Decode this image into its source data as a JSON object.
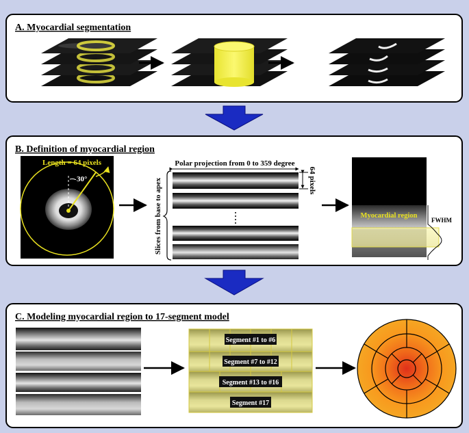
{
  "colors": {
    "background": "#c9d0ea",
    "panel": "#ffffff",
    "flow_arrow": "#1a2bc2",
    "highlight": "#f5f06a",
    "annotation": "#e8e020"
  },
  "panel_a": {
    "title": "A. Myocardial segmentation"
  },
  "panel_b": {
    "title": "B. Definition of myocardial region",
    "length_label": "Length = 64 pixels",
    "angle_label": "30°",
    "polar_label": "Polar projection from 0 to 359 degree",
    "pixels_label": "64 pixels",
    "slices_label": "Slices from base to apex",
    "region_label": "Myocardial region",
    "fwhm_label": "FWHM"
  },
  "panel_c": {
    "title": "C. Modeling myocardial region to 17-segment model",
    "segments": [
      "Segment #1 to #6",
      "Segment #7 to #12",
      "Segment #13 to #16",
      "Segment #17"
    ]
  }
}
